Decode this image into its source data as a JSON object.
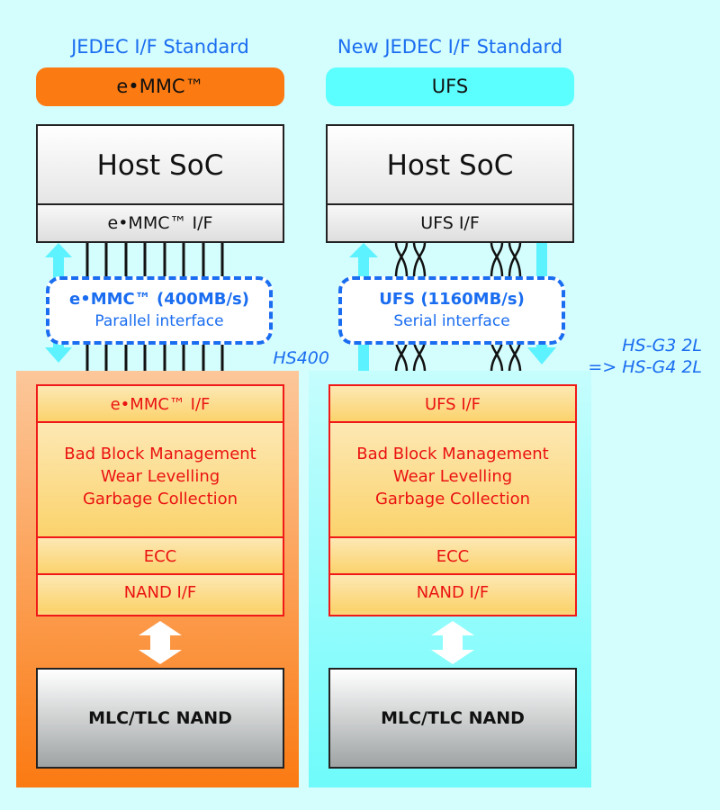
{
  "left": {
    "standard_title": "JEDEC I/F Standard",
    "badge": "e•MMC™",
    "host": {
      "title": "Host SoC",
      "interface": "e•MMC™ I/F"
    },
    "link": {
      "name": "e•MMC™ (400MB/s)",
      "type": "Parallel interface",
      "wiring": "parallel",
      "line_count": 8
    },
    "mode_note": "HS400",
    "device": {
      "layers": [
        "e•MMC™ I/F",
        "Bad Block Management\nWear Levelling\nGarbage Collection",
        "ECC",
        "NAND I/F"
      ],
      "storage": "MLC/TLC NAND"
    },
    "accent_color": "#fb7a12"
  },
  "right": {
    "standard_title": "New JEDEC I/F Standard",
    "badge": "UFS",
    "host": {
      "title": "Host SoC",
      "interface": "UFS I/F"
    },
    "link": {
      "name": "UFS (1160MB/s)",
      "type": "Serial interface",
      "wiring": "differential-pairs",
      "lane_pairs": 2
    },
    "mode_note_line1": "HS-G3 2L",
    "mode_note_line2": "=> HS-G4 2L",
    "device": {
      "layers": [
        "UFS I/F",
        "Bad Block Management\nWear Levelling\nGarbage Collection",
        "ECC",
        "NAND I/F"
      ],
      "storage": "MLC/TLC NAND"
    },
    "accent_color": "#5cffff"
  },
  "colors": {
    "background": "#d4fdfd",
    "label_blue": "#1a6df0",
    "controller_red": "#ea1212",
    "arrow_cyan": "#5cf2ff"
  }
}
